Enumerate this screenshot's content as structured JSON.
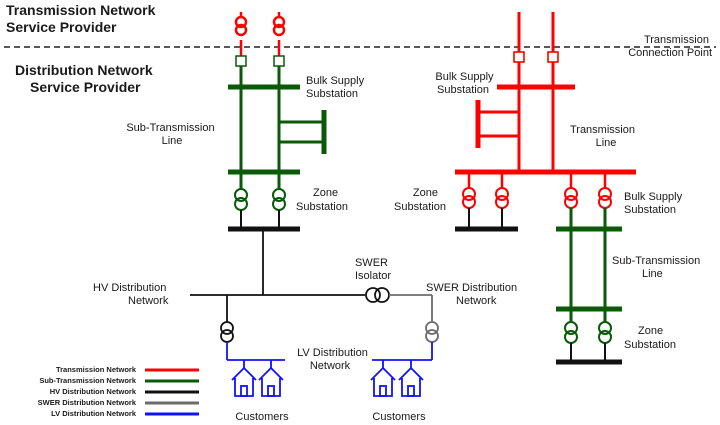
{
  "headers": {
    "transmission_provider": [
      "Transmission Network",
      "Service Provider"
    ],
    "distribution_provider": [
      "Distribution Network",
      "Service Provider"
    ]
  },
  "labels": {
    "transmission_connection_point": [
      "Transmission",
      "Connection Point"
    ],
    "bulk_supply_left": [
      "Bulk Supply",
      "Substation"
    ],
    "sub_transmission_left": [
      "Sub-Transmission",
      "Line"
    ],
    "zone_left": [
      "Zone",
      "Substation"
    ],
    "bulk_supply_right_top": [
      "Bulk Supply",
      "Substation"
    ],
    "transmission_line": [
      "Transmission",
      "Line"
    ],
    "zone_right_top": [
      "Zone",
      "Substation"
    ],
    "bulk_supply_right_bottom": [
      "Bulk Supply",
      "Substation"
    ],
    "sub_transmission_right": [
      "Sub-Transmission",
      "Line"
    ],
    "zone_right_bottom": [
      "Zone",
      "Substation"
    ],
    "hv_distribution": [
      "HV Distribution",
      "Network"
    ],
    "swer_isolator": [
      "SWER",
      "Isolator"
    ],
    "swer_distribution": [
      "SWER Distribution",
      "Network"
    ],
    "lv_distribution": [
      "LV Distribution",
      "Network"
    ],
    "customers_left": "Customers",
    "customers_right": "Customers"
  },
  "legend": [
    {
      "label": "Transmission Network",
      "color": "#ff0000"
    },
    {
      "label": "Sub-Transmission Network",
      "color": "#0a5a0a"
    },
    {
      "label": "HV Distribution Network",
      "color": "#111111"
    },
    {
      "label": "SWER Distribution Network",
      "color": "#6b6b6b"
    },
    {
      "label": "LV Distribution Network",
      "color": "#1010ff"
    }
  ],
  "colors": {
    "transmission": "#ff0000",
    "sub_transmission": "#0a5a0a",
    "hv": "#111111",
    "swer": "#6b6b6b",
    "lv": "#1010ff"
  }
}
